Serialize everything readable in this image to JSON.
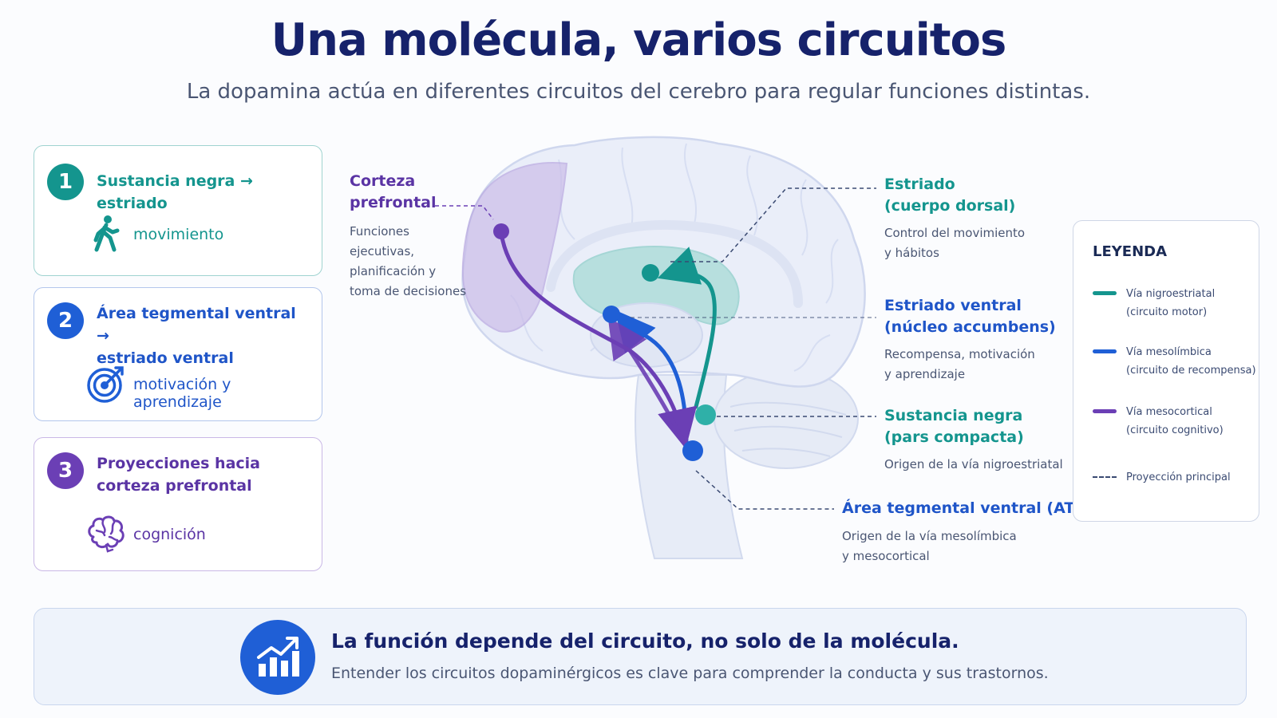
{
  "header": {
    "title": "Una molécula, varios circuitos",
    "subtitle": "La dopamina actúa en diferentes circuitos del cerebro para regular funciones distintas."
  },
  "colors": {
    "teal": "#14958e",
    "blue": "#1f5fd6",
    "purple": "#6b3fb5",
    "navy": "#16226b"
  },
  "cards": [
    {
      "number": "1",
      "title_line1": "Sustancia negra → estriado",
      "title_line2": "",
      "icon": "walking-person-icon",
      "label": "movimiento"
    },
    {
      "number": "2",
      "title_line1": "Área tegmental ventral →",
      "title_line2": "estriado ventral",
      "icon": "target-icon",
      "label": "motivación y aprendizaje"
    },
    {
      "number": "3",
      "title_line1": "Proyecciones hacia",
      "title_line2": "corteza prefrontal",
      "icon": "brain-icon",
      "label": "cognición"
    }
  ],
  "regions": {
    "prefrontal": {
      "name_line1": "Corteza",
      "name_line2": "prefrontal",
      "desc_lines": [
        "Funciones",
        "ejecutivas,",
        "planificación y",
        "toma de decisiones"
      ]
    },
    "dorsal": {
      "name_line1": "Estriado",
      "name_line2": "(cuerpo dorsal)",
      "desc_lines": [
        "Control del movimiento",
        "y hábitos"
      ]
    },
    "ventral": {
      "name_line1": "Estriado ventral",
      "name_line2": "(núcleo accumbens)",
      "desc_lines": [
        "Recompensa, motivación",
        "y aprendizaje"
      ]
    },
    "nigra": {
      "name_line1": "Sustancia negra",
      "name_line2": "(pars compacta)",
      "desc_lines": [
        "Origen de la vía nigroestriatal"
      ]
    },
    "vta": {
      "name_line1": "Área tegmental ventral (ATV)",
      "desc_lines": [
        "Origen de la vía mesolímbica",
        "y mesocortical"
      ]
    }
  },
  "legend": {
    "title": "LEYENDA",
    "items": [
      {
        "line1": "Vía nigroestriatal",
        "line2": "(circuito motor)"
      },
      {
        "line1": "Vía mesolímbica",
        "line2": "(circuito de recompensa)"
      },
      {
        "line1": "Vía mesocortical",
        "line2": "(circuito cognitivo)"
      },
      {
        "line1": "Proyección principal",
        "line2": ""
      }
    ]
  },
  "banner": {
    "icon": "chart-up-icon",
    "headline": "La función depende del circuito, no solo de la molécula.",
    "subtext": "Entender los circuitos dopaminérgicos es clave para comprender la conducta y sus trastornos."
  }
}
